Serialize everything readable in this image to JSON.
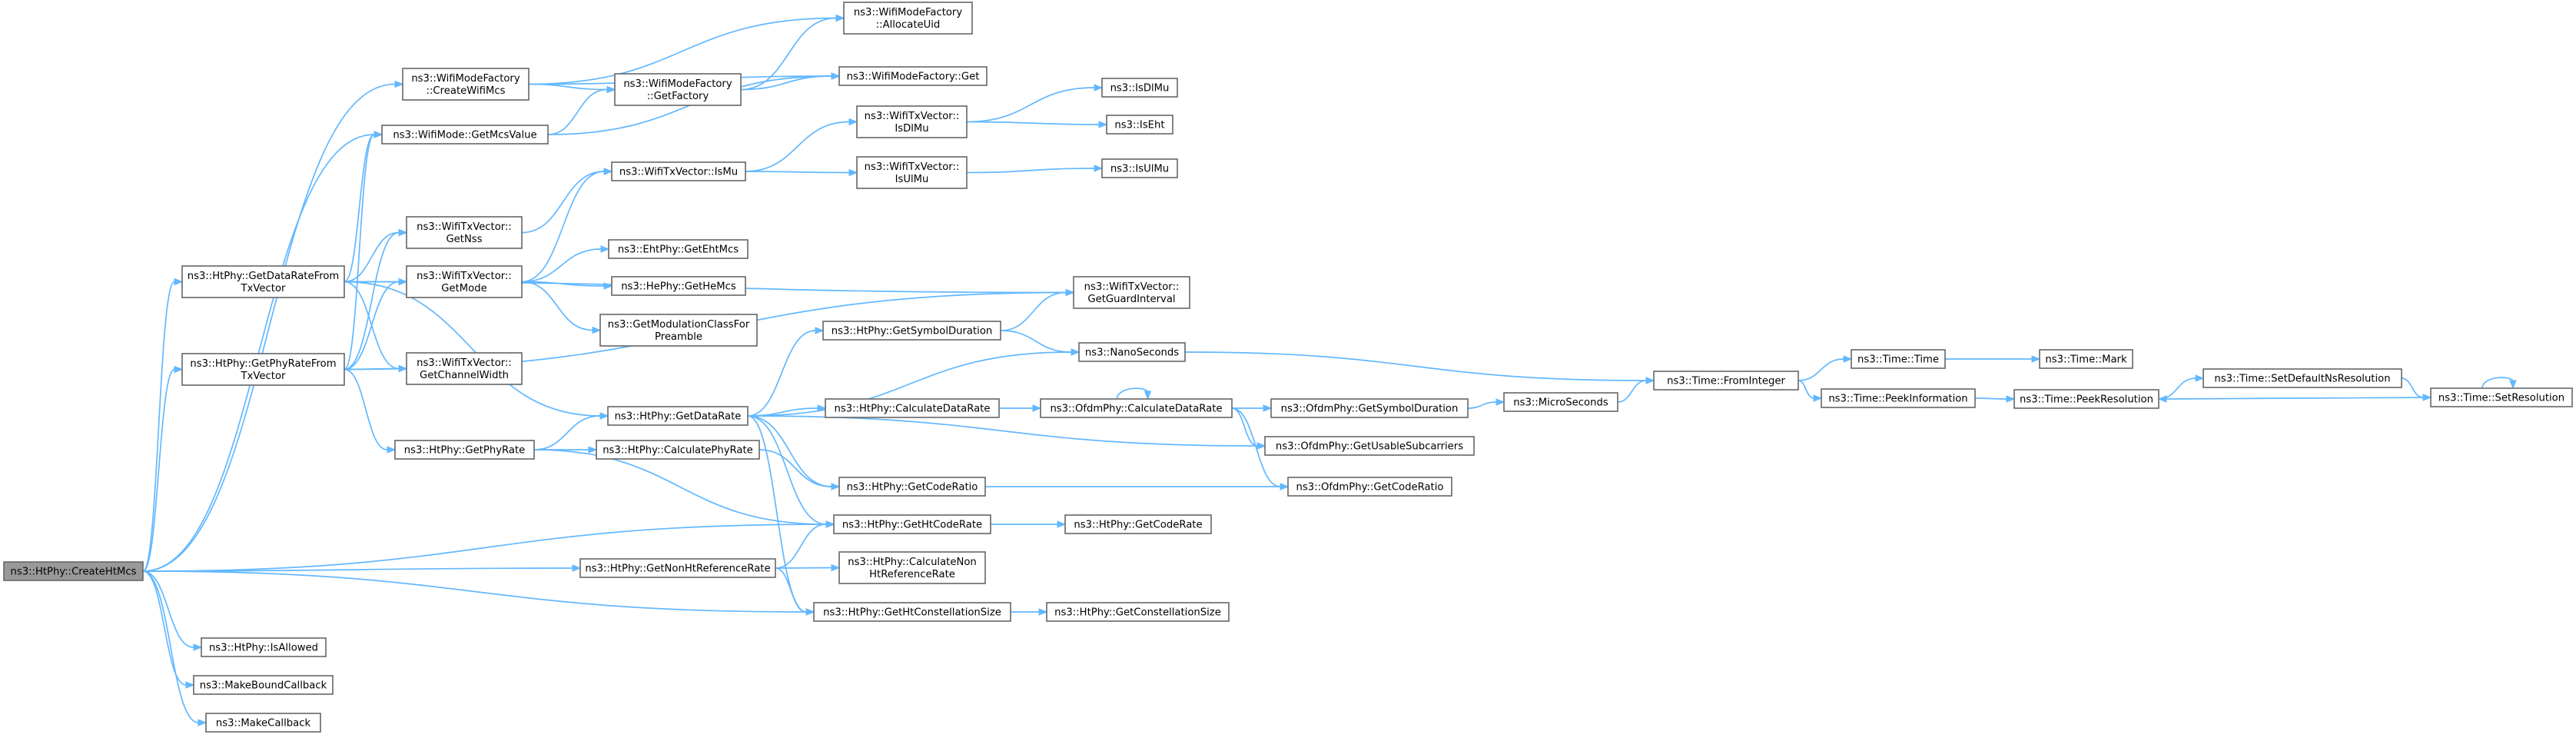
{
  "graph": {
    "root": "create_ht_mcs",
    "colors": {
      "edge": "#63b8ff",
      "node_border": "#666666",
      "root_fill": "#999999",
      "node_fill": "#ffffff"
    },
    "nodes": [
      {
        "id": "create_ht_mcs",
        "lines": [
          "ns3::HtPhy::CreateHtMcs"
        ]
      },
      {
        "id": "wifi_mode_factory_create",
        "lines": [
          "ns3::WifiModeFactory",
          "::CreateWifiMcs"
        ]
      },
      {
        "id": "wifi_mode_factory_allocate",
        "lines": [
          "ns3::WifiModeFactory",
          "::AllocateUid"
        ]
      },
      {
        "id": "wifi_mode_factory_get",
        "lines": [
          "ns3::WifiModeFactory::Get"
        ]
      },
      {
        "id": "wifi_mode_factory_getfactory",
        "lines": [
          "ns3::WifiModeFactory",
          "::GetFactory"
        ]
      },
      {
        "id": "wifi_mode_get_mcs_value",
        "lines": [
          "ns3::WifiMode::GetMcsValue"
        ]
      },
      {
        "id": "txv_get_nss",
        "lines": [
          "ns3::WifiTxVector::",
          "GetNss"
        ]
      },
      {
        "id": "txv_get_mode",
        "lines": [
          "ns3::WifiTxVector::",
          "GetMode"
        ]
      },
      {
        "id": "txv_get_channel_width",
        "lines": [
          "ns3::WifiTxVector::",
          "GetChannelWidth"
        ]
      },
      {
        "id": "ht_get_data_rate_from_txv",
        "lines": [
          "ns3::HtPhy::GetDataRateFrom",
          "TxVector"
        ]
      },
      {
        "id": "ht_get_phy_rate_from_txv",
        "lines": [
          "ns3::HtPhy::GetPhyRateFrom",
          "TxVector"
        ]
      },
      {
        "id": "ht_get_phy_rate",
        "lines": [
          "ns3::HtPhy::GetPhyRate"
        ]
      },
      {
        "id": "txv_is_mu",
        "lines": [
          "ns3::WifiTxVector::IsMu"
        ]
      },
      {
        "id": "eht_get_eht_mcs",
        "lines": [
          "ns3::EhtPhy::GetEhtMcs"
        ]
      },
      {
        "id": "he_get_he_mcs",
        "lines": [
          "ns3::HePhy::GetHeMcs"
        ]
      },
      {
        "id": "get_modulation_class",
        "lines": [
          "ns3::GetModulationClassFor",
          "Preamble"
        ]
      },
      {
        "id": "ht_get_data_rate",
        "lines": [
          "ns3::HtPhy::GetDataRate"
        ]
      },
      {
        "id": "ht_calculate_phy_rate",
        "lines": [
          "ns3::HtPhy::CalculatePhyRate"
        ]
      },
      {
        "id": "ht_get_non_ht_ref_rate",
        "lines": [
          "ns3::HtPhy::GetNonHtReferenceRate"
        ]
      },
      {
        "id": "ht_is_allowed",
        "lines": [
          "ns3::HtPhy::IsAllowed"
        ]
      },
      {
        "id": "make_bound_callback",
        "lines": [
          "ns3::MakeBoundCallback"
        ]
      },
      {
        "id": "make_callback",
        "lines": [
          "ns3::MakeCallback"
        ]
      },
      {
        "id": "txv_is_dl_mu",
        "lines": [
          "ns3::WifiTxVector::",
          "IsDlMu"
        ]
      },
      {
        "id": "txv_is_ul_mu",
        "lines": [
          "ns3::WifiTxVector::",
          "IsUlMu"
        ]
      },
      {
        "id": "is_dl_mu",
        "lines": [
          "ns3::IsDlMu"
        ]
      },
      {
        "id": "is_eht",
        "lines": [
          "ns3::IsEht"
        ]
      },
      {
        "id": "is_ul_mu",
        "lines": [
          "ns3::IsUlMu"
        ]
      },
      {
        "id": "txv_get_guard_interval",
        "lines": [
          "ns3::WifiTxVector::",
          "GetGuardInterval"
        ]
      },
      {
        "id": "ht_get_symbol_duration",
        "lines": [
          "ns3::HtPhy::GetSymbolDuration"
        ]
      },
      {
        "id": "nano_seconds",
        "lines": [
          "ns3::NanoSeconds"
        ]
      },
      {
        "id": "ht_calculate_data_rate",
        "lines": [
          "ns3::HtPhy::CalculateDataRate"
        ]
      },
      {
        "id": "ht_get_code_ratio",
        "lines": [
          "ns3::HtPhy::GetCodeRatio"
        ]
      },
      {
        "id": "ht_get_ht_code_rate",
        "lines": [
          "ns3::HtPhy::GetHtCodeRate"
        ]
      },
      {
        "id": "ht_calculate_non_ht_ref_rate",
        "lines": [
          "ns3::HtPhy::CalculateNon",
          "HtReferenceRate"
        ]
      },
      {
        "id": "ht_get_ht_constellation_size",
        "lines": [
          "ns3::HtPhy::GetHtConstellationSize"
        ]
      },
      {
        "id": "ofdm_calculate_data_rate",
        "lines": [
          "ns3::OfdmPhy::CalculateDataRate"
        ]
      },
      {
        "id": "ofdm_get_symbol_duration",
        "lines": [
          "ns3::OfdmPhy::GetSymbolDuration"
        ]
      },
      {
        "id": "ofdm_get_usable_subcarriers",
        "lines": [
          "ns3::OfdmPhy::GetUsableSubcarriers"
        ]
      },
      {
        "id": "ofdm_get_code_ratio",
        "lines": [
          "ns3::OfdmPhy::GetCodeRatio"
        ]
      },
      {
        "id": "ht_get_code_rate",
        "lines": [
          "ns3::HtPhy::GetCodeRate"
        ]
      },
      {
        "id": "ht_get_constellation_size",
        "lines": [
          "ns3::HtPhy::GetConstellationSize"
        ]
      },
      {
        "id": "micro_seconds",
        "lines": [
          "ns3::MicroSeconds"
        ]
      },
      {
        "id": "time_from_integer",
        "lines": [
          "ns3::Time::FromInteger"
        ]
      },
      {
        "id": "time_time",
        "lines": [
          "ns3::Time::Time"
        ]
      },
      {
        "id": "time_mark",
        "lines": [
          "ns3::Time::Mark"
        ]
      },
      {
        "id": "time_peek_information",
        "lines": [
          "ns3::Time::PeekInformation"
        ]
      },
      {
        "id": "time_peek_resolution",
        "lines": [
          "ns3::Time::PeekResolution"
        ]
      },
      {
        "id": "time_set_default_ns_resolution",
        "lines": [
          "ns3::Time::SetDefaultNsResolution"
        ]
      },
      {
        "id": "time_set_resolution",
        "lines": [
          "ns3::Time::SetResolution"
        ]
      }
    ],
    "edges": [
      [
        "create_ht_mcs",
        "wifi_mode_factory_create"
      ],
      [
        "create_ht_mcs",
        "ht_get_data_rate_from_txv"
      ],
      [
        "create_ht_mcs",
        "ht_get_phy_rate_from_txv"
      ],
      [
        "create_ht_mcs",
        "wifi_mode_get_mcs_value"
      ],
      [
        "create_ht_mcs",
        "ht_get_ht_code_rate"
      ],
      [
        "create_ht_mcs",
        "ht_get_non_ht_ref_rate"
      ],
      [
        "create_ht_mcs",
        "ht_get_ht_constellation_size"
      ],
      [
        "create_ht_mcs",
        "ht_is_allowed"
      ],
      [
        "create_ht_mcs",
        "make_bound_callback"
      ],
      [
        "create_ht_mcs",
        "make_callback"
      ],
      [
        "wifi_mode_factory_create",
        "wifi_mode_factory_allocate"
      ],
      [
        "wifi_mode_factory_create",
        "wifi_mode_factory_get"
      ],
      [
        "wifi_mode_factory_create",
        "wifi_mode_factory_getfactory"
      ],
      [
        "wifi_mode_factory_getfactory",
        "wifi_mode_factory_allocate"
      ],
      [
        "wifi_mode_factory_getfactory",
        "wifi_mode_factory_get"
      ],
      [
        "wifi_mode_get_mcs_value",
        "wifi_mode_factory_getfactory"
      ],
      [
        "wifi_mode_get_mcs_value",
        "wifi_mode_factory_get"
      ],
      [
        "ht_get_data_rate_from_txv",
        "wifi_mode_get_mcs_value"
      ],
      [
        "ht_get_data_rate_from_txv",
        "txv_get_nss"
      ],
      [
        "ht_get_data_rate_from_txv",
        "txv_get_mode"
      ],
      [
        "ht_get_data_rate_from_txv",
        "txv_get_channel_width"
      ],
      [
        "ht_get_data_rate_from_txv",
        "txv_get_guard_interval"
      ],
      [
        "ht_get_data_rate_from_txv",
        "ht_get_data_rate"
      ],
      [
        "ht_get_phy_rate_from_txv",
        "wifi_mode_get_mcs_value"
      ],
      [
        "ht_get_phy_rate_from_txv",
        "txv_get_nss"
      ],
      [
        "ht_get_phy_rate_from_txv",
        "txv_get_mode"
      ],
      [
        "ht_get_phy_rate_from_txv",
        "txv_get_channel_width"
      ],
      [
        "ht_get_phy_rate_from_txv",
        "txv_get_guard_interval"
      ],
      [
        "ht_get_phy_rate_from_txv",
        "ht_get_phy_rate"
      ],
      [
        "txv_get_nss",
        "txv_is_mu"
      ],
      [
        "txv_get_mode",
        "txv_is_mu"
      ],
      [
        "txv_get_mode",
        "eht_get_eht_mcs"
      ],
      [
        "txv_get_mode",
        "he_get_he_mcs"
      ],
      [
        "txv_get_mode",
        "get_modulation_class"
      ],
      [
        "txv_is_mu",
        "txv_is_dl_mu"
      ],
      [
        "txv_is_mu",
        "txv_is_ul_mu"
      ],
      [
        "txv_is_dl_mu",
        "is_dl_mu"
      ],
      [
        "txv_is_dl_mu",
        "is_eht"
      ],
      [
        "txv_is_ul_mu",
        "is_ul_mu"
      ],
      [
        "ht_get_phy_rate",
        "ht_get_data_rate"
      ],
      [
        "ht_get_phy_rate",
        "ht_calculate_phy_rate"
      ],
      [
        "ht_get_phy_rate",
        "ht_get_ht_code_rate"
      ],
      [
        "ht_calculate_phy_rate",
        "ht_get_code_ratio"
      ],
      [
        "ht_get_data_rate",
        "ht_get_symbol_duration"
      ],
      [
        "ht_get_data_rate",
        "nano_seconds"
      ],
      [
        "ht_get_data_rate",
        "ht_calculate_data_rate"
      ],
      [
        "ht_get_data_rate",
        "ht_get_code_ratio"
      ],
      [
        "ht_get_data_rate",
        "ht_get_ht_code_rate"
      ],
      [
        "ht_get_data_rate",
        "ht_get_ht_constellation_size"
      ],
      [
        "ht_get_data_rate",
        "ofdm_get_usable_subcarriers"
      ],
      [
        "ht_get_symbol_duration",
        "txv_get_guard_interval"
      ],
      [
        "ht_get_symbol_duration",
        "nano_seconds"
      ],
      [
        "ht_calculate_data_rate",
        "ofdm_calculate_data_rate"
      ],
      [
        "ofdm_calculate_data_rate",
        "ofdm_calculate_data_rate"
      ],
      [
        "ofdm_calculate_data_rate",
        "ofdm_get_symbol_duration"
      ],
      [
        "ofdm_calculate_data_rate",
        "ofdm_get_usable_subcarriers"
      ],
      [
        "ofdm_calculate_data_rate",
        "ofdm_get_code_ratio"
      ],
      [
        "ht_get_code_ratio",
        "ofdm_get_code_ratio"
      ],
      [
        "ht_get_ht_code_rate",
        "ht_get_code_rate"
      ],
      [
        "ht_get_non_ht_ref_rate",
        "ht_get_ht_code_rate"
      ],
      [
        "ht_get_non_ht_ref_rate",
        "ht_calculate_non_ht_ref_rate"
      ],
      [
        "ht_get_non_ht_ref_rate",
        "ht_get_ht_constellation_size"
      ],
      [
        "ht_get_ht_constellation_size",
        "ht_get_constellation_size"
      ],
      [
        "ofdm_get_symbol_duration",
        "micro_seconds"
      ],
      [
        "micro_seconds",
        "time_from_integer"
      ],
      [
        "nano_seconds",
        "time_from_integer"
      ],
      [
        "time_from_integer",
        "time_time"
      ],
      [
        "time_from_integer",
        "time_peek_information"
      ],
      [
        "time_time",
        "time_mark"
      ],
      [
        "time_peek_information",
        "time_peek_resolution"
      ],
      [
        "time_peek_resolution",
        "time_set_default_ns_resolution"
      ],
      [
        "time_set_default_ns_resolution",
        "time_set_resolution"
      ],
      [
        "time_set_resolution",
        "time_peek_resolution"
      ],
      [
        "time_set_resolution",
        "time_set_resolution"
      ]
    ]
  }
}
